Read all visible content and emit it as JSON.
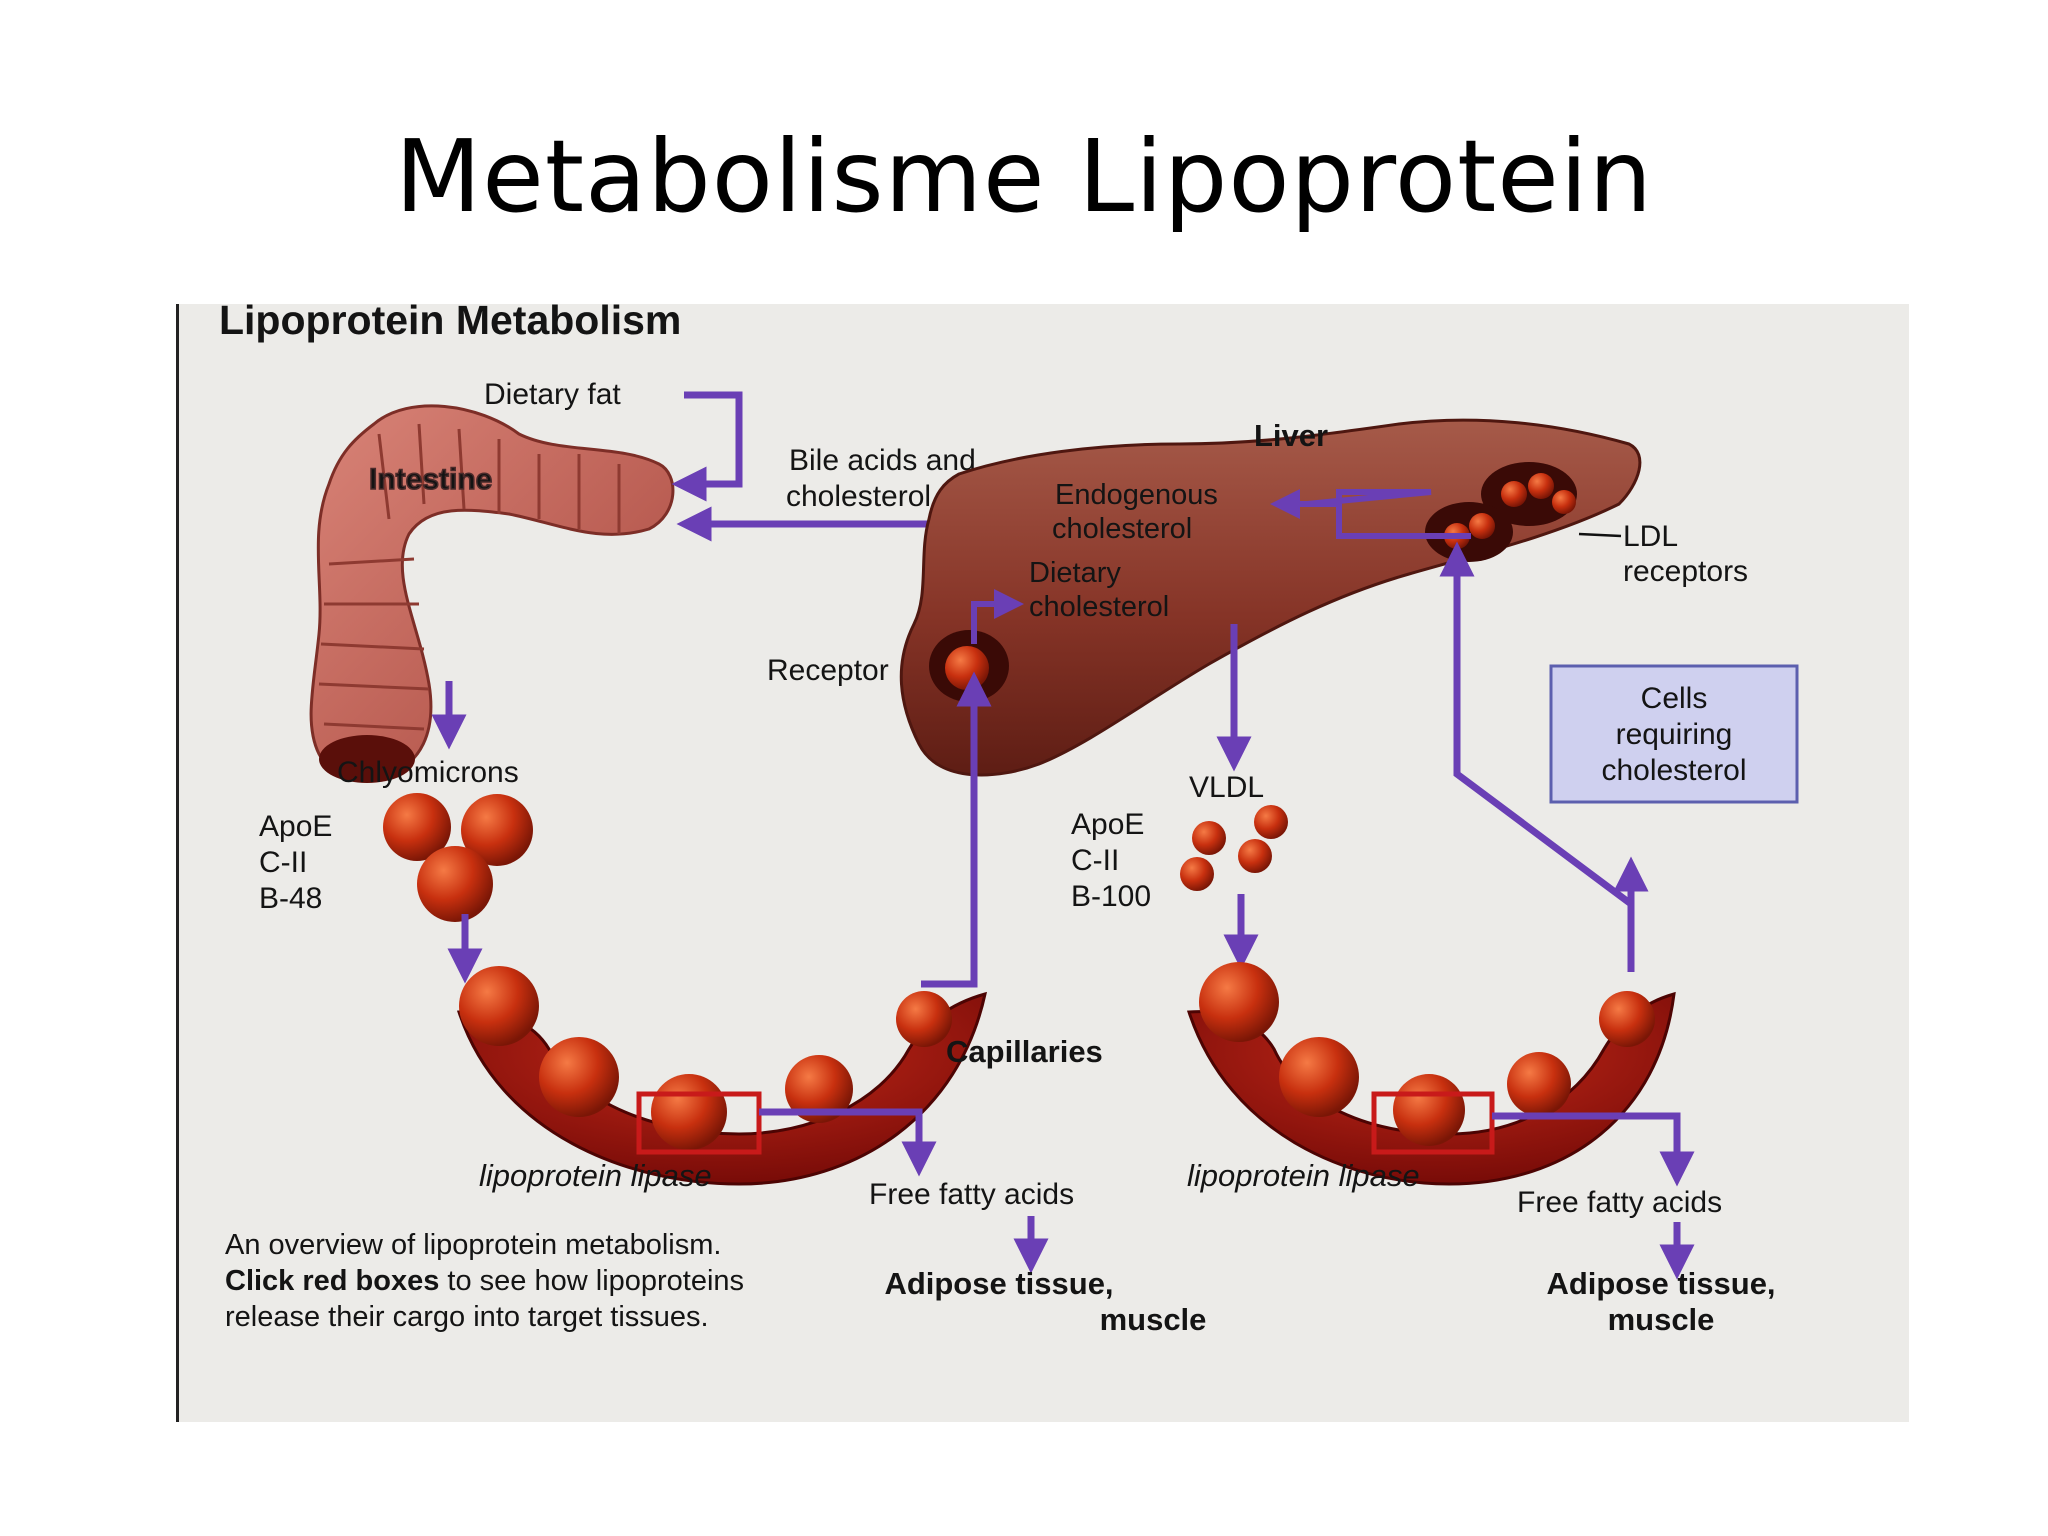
{
  "slide": {
    "title": "Metabolisme Lipoprotein"
  },
  "figure": {
    "title": "Lipoprotein Metabolism",
    "labels": {
      "dietary_fat": "Dietary fat",
      "intestine": "Intestine",
      "bile_line1": "Bile acids and",
      "bile_line2": "cholesterol",
      "liver": "Liver",
      "endogenous_line1": "Endogenous",
      "endogenous_line2": "cholesterol",
      "ldl_line1": "LDL",
      "ldl_line2": "receptors",
      "dietary_chol_line1": "Dietary",
      "dietary_chol_line2": "cholesterol",
      "receptor": "Receptor",
      "chylomicrons": "Chlyomicrons",
      "chylo_apo": [
        "ApoE",
        "C-II",
        "B-48"
      ],
      "vldl": "VLDL",
      "vldl_apo": [
        "ApoE",
        "C-II",
        "B-100"
      ],
      "cells_box": [
        "Cells",
        "requiring",
        "cholesterol"
      ],
      "capillaries": "Capillaries",
      "lipase_left": "lipoprotein lipase",
      "lipase_right": "lipoprotein lipase",
      "ffa_left": "Free fatty acids",
      "ffa_right": "Free fatty acids",
      "adipose_left": [
        "Adipose tissue,",
        "muscle"
      ],
      "adipose_right": [
        "Adipose tissue,",
        "muscle"
      ]
    },
    "caption": {
      "line1": "An overview of lipoprotein metabolism.",
      "line2_bold": "Click red boxes",
      "line2_rest": " to see how lipoproteins",
      "line3": "release their cargo into target tissues."
    },
    "colors": {
      "arrow": "#6a3fb5",
      "lipoprotein": "#c8300f",
      "liver": "#8a3a2c",
      "intestine": "#c9665c",
      "capillary": "#a5120d",
      "red_box": "#c81a1a",
      "cells_box_fill": "#cfd0ef"
    }
  }
}
